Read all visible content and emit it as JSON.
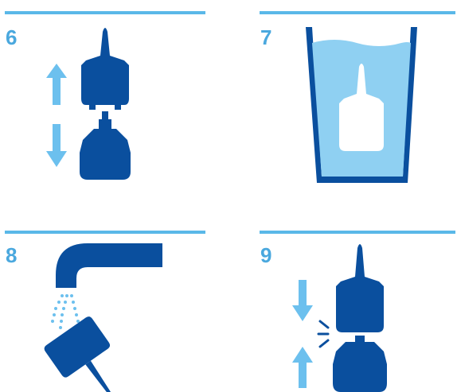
{
  "steps": [
    {
      "number": "6",
      "icon": "separate-bottle-icon"
    },
    {
      "number": "7",
      "icon": "soak-in-water-icon"
    },
    {
      "number": "8",
      "icon": "rinse-under-tap-icon"
    },
    {
      "number": "9",
      "icon": "reassemble-bottle-icon"
    }
  ],
  "colors": {
    "dark_blue": "#0a4f9e",
    "light_blue": "#6cc0ee",
    "water": "#8fd0f2",
    "rule": "#5ab8e8"
  }
}
